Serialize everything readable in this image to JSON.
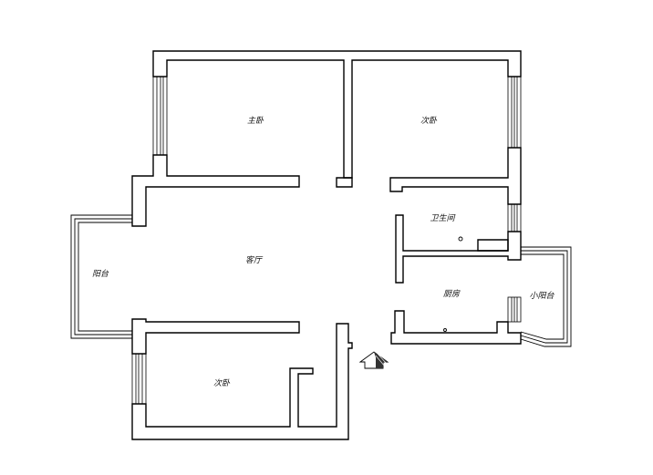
{
  "rooms": {
    "master_bedroom": "主卧",
    "second_bedroom_top": "次卧",
    "bathroom": "卫生间",
    "living_room": "客厅",
    "balcony": "阳台",
    "kitchen": "厨房",
    "small_balcony": "小阳台",
    "second_bedroom_bottom": "次卧"
  },
  "icons": {
    "entrance": "entrance-arrow-icon"
  }
}
